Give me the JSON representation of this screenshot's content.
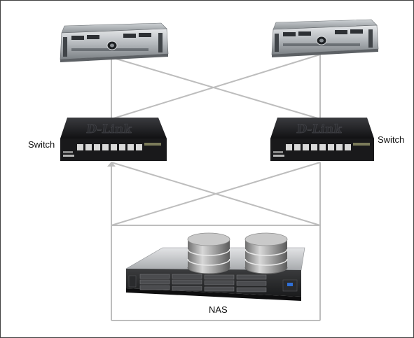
{
  "diagram": {
    "nodes": {
      "server_left": {
        "kind": "rack-server",
        "label": ""
      },
      "server_right": {
        "kind": "rack-server",
        "label": ""
      },
      "switch_left": {
        "kind": "network-switch",
        "brand": "D-Link",
        "label": "Switch"
      },
      "switch_right": {
        "kind": "network-switch",
        "brand": "D-Link",
        "label": "Switch"
      },
      "nas": {
        "kind": "nas-storage",
        "label": "NAS"
      }
    },
    "connections": [
      [
        "server_left",
        "switch_left"
      ],
      [
        "server_left",
        "switch_right"
      ],
      [
        "server_right",
        "switch_left"
      ],
      [
        "server_right",
        "switch_right"
      ],
      [
        "switch_left",
        "nas"
      ],
      [
        "switch_left",
        "nas"
      ],
      [
        "switch_right",
        "nas"
      ],
      [
        "switch_right",
        "nas"
      ]
    ],
    "colors": {
      "connector": "#bdbdbd",
      "switch_body": "#1c1c1e",
      "server_body": "#9aa0a6",
      "disk_body": "#9b9b9b",
      "frame": "#404040"
    }
  }
}
